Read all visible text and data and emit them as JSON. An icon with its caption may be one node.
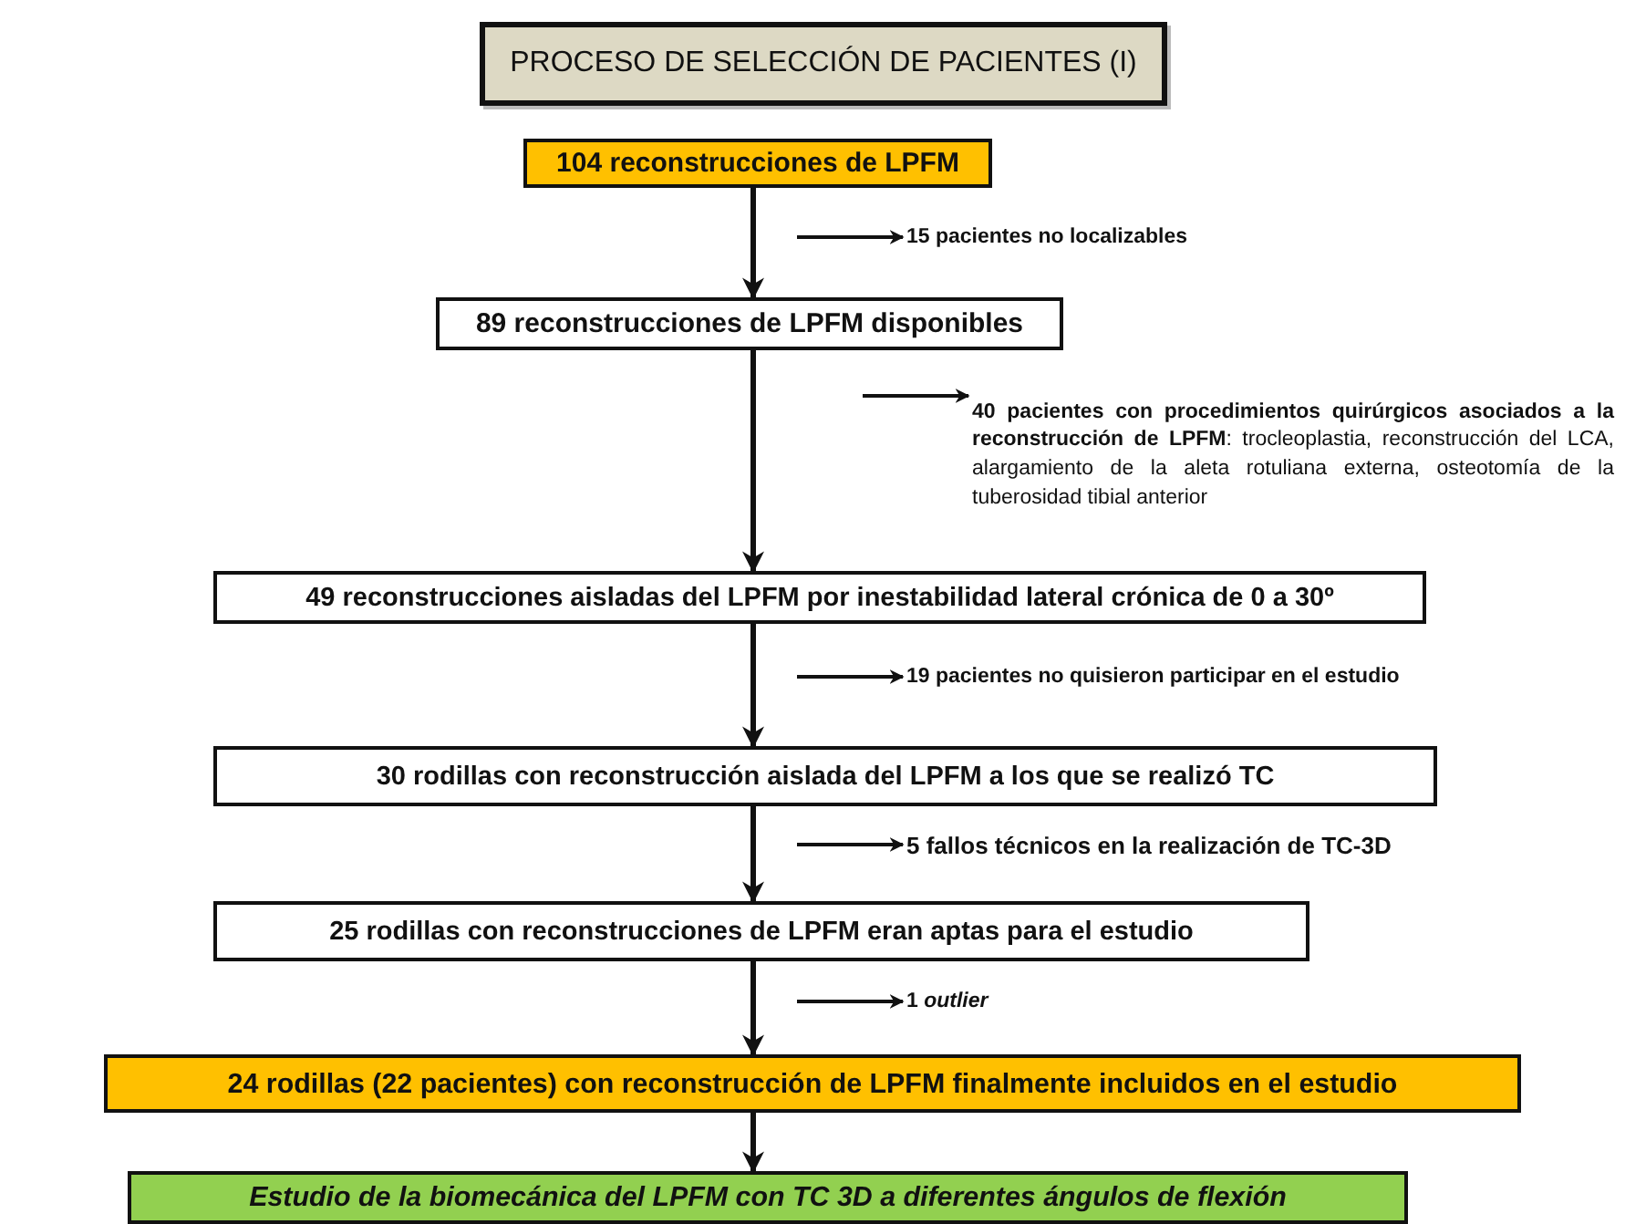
{
  "diagram": {
    "nodes": [
      {
        "text": [
          "PROCESO DE SELECCIÓN DE PACIENTES (I)"
        ]
      },
      {
        "text": [
          "104 reconstrucciones de LPFM"
        ]
      },
      {
        "text": [
          "15 pacientes no localizables"
        ]
      },
      {
        "text": [
          "89 reconstrucciones de LPFM disponibles"
        ]
      },
      {
        "text": [
          "**40 pacientes con procedimientos quirúrgicos asociados a la reconstrucción de LPFM**: trocleoplastia, reconstrucción del LCA, alargamiento de la aleta rotuliana externa, osteotomía de la tuberosidad tibial anterior"
        ]
      },
      {
        "text": [
          "49 reconstrucciones aisladas del LPFM por inestabilidad lateral crónica de 0 a 30º"
        ]
      },
      {
        "text": [
          "19 pacientes no quisieron participar en el estudio"
        ]
      },
      {
        "text": [
          "30 rodillas con reconstrucción aislada del LPFM a los que se realizó TC"
        ]
      },
      {
        "text": [
          "5 fallos técnicos en la realización de TC-3D"
        ]
      },
      {
        "text": [
          "25 rodillas con reconstrucciones de LPFM eran aptas para el estudio"
        ]
      },
      {
        "text": [
          "1 *outlier*"
        ]
      },
      {
        "text": [
          "24 rodillas (22 pacientes) con reconstrucción de LPFM finalmente incluidos en el estudio"
        ]
      },
      {
        "text": [
          "Estudio de la biomecánica del LPFM con TC 3D a diferentes ángulos de flexión"
        ]
      }
    ],
    "edges": [
      {
        "from": 1,
        "to": 3,
        "arrow": "to"
      },
      {
        "from": null,
        "to": 2,
        "arrow": "to"
      },
      {
        "from": 3,
        "to": 5,
        "arrow": "to"
      },
      {
        "from": null,
        "to": 4,
        "arrow": "to"
      },
      {
        "from": 5,
        "to": 7,
        "arrow": "to"
      },
      {
        "from": null,
        "to": 6,
        "arrow": "to"
      },
      {
        "from": 7,
        "to": 9,
        "arrow": "to"
      },
      {
        "from": null,
        "to": 8,
        "arrow": "to"
      },
      {
        "from": 9,
        "to": 11,
        "arrow": "to"
      },
      {
        "from": null,
        "to": 10,
        "arrow": "to"
      },
      {
        "from": 11,
        "to": 12,
        "arrow": "to"
      }
    ]
  }
}
